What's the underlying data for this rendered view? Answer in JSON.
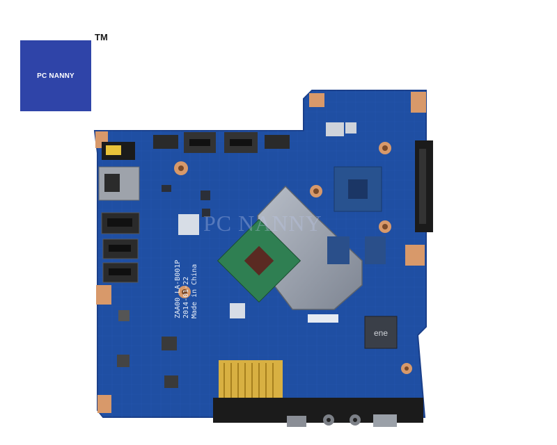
{
  "brand": {
    "logo_text": "PC NANNY",
    "trademark": "TM",
    "color": "#2f44a8"
  },
  "board": {
    "silkscreen_lines": [
      "ZAA00  LA-B001P",
      "2014-01-22",
      "Made in China"
    ],
    "colors": {
      "pcb": "#1f4fa3",
      "pcb_edge": "#1a3f8a",
      "heatsink": "#9aa0aa",
      "cpu_substrate": "#2f7f52",
      "cpu_die": "#5a2a22",
      "gold": "#d8b042",
      "pad": "#d8996a",
      "port_black": "#1b1b1b"
    }
  }
}
